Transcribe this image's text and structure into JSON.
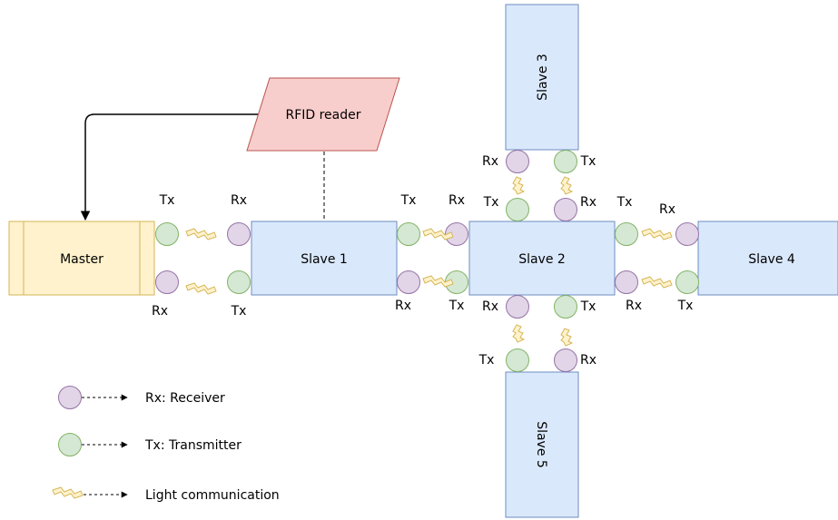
{
  "nodes": {
    "master": "Master",
    "rfid": "RFID reader",
    "slave1": "Slave 1",
    "slave2": "Slave 2",
    "slave3": "Slave 3",
    "slave4": "Slave 4",
    "slave5": "Slave 5"
  },
  "ports": {
    "rx": "Rx",
    "tx": "Tx"
  },
  "legend": {
    "receiver": "Rx: Receiver",
    "transmitter": "Tx: Transmitter",
    "light": "Light communication"
  },
  "colors": {
    "master_fill": "#FFF2CC",
    "master_stroke": "#D6B656",
    "slave_fill": "#DAE8FC",
    "slave_stroke": "#6C8EBF",
    "rfid_fill": "#F8CECC",
    "rfid_stroke": "#B85450",
    "rx_fill": "#E1D5E7",
    "rx_stroke": "#9673A6",
    "tx_fill": "#D5E8D4",
    "tx_stroke": "#82B366",
    "light_fill": "#FFF2CC",
    "light_stroke": "#D6B656"
  }
}
